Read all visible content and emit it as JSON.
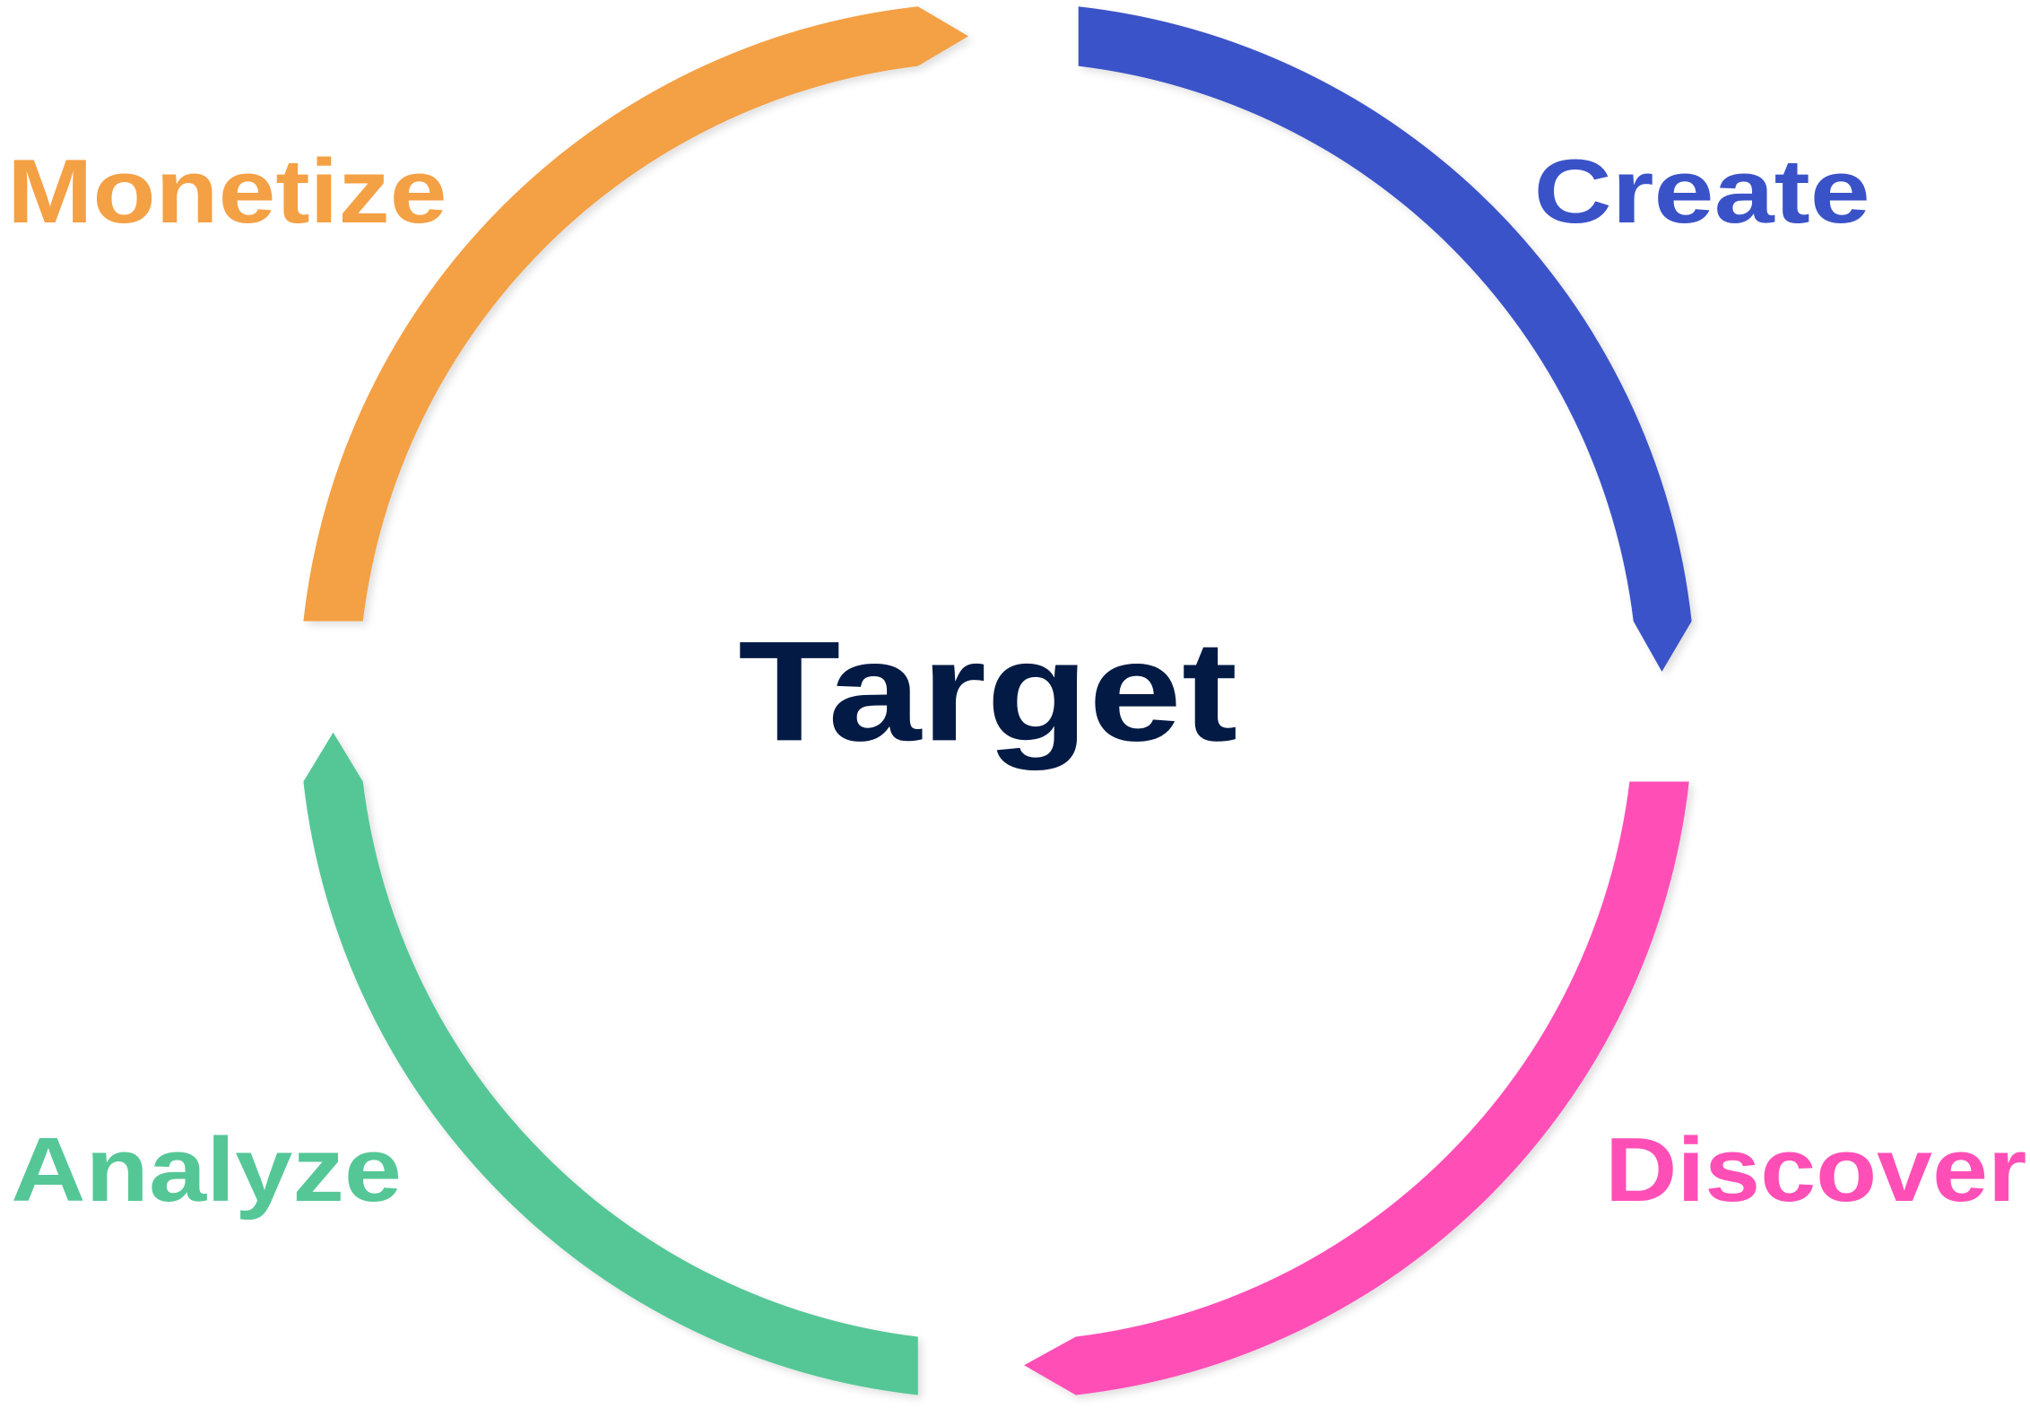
{
  "center": {
    "label": "Target",
    "color": "#031a44"
  },
  "stages": [
    {
      "label": "Create",
      "color": "#3a52c8"
    },
    {
      "label": "Discover",
      "color": "#ff4fb7"
    },
    {
      "label": "Analyze",
      "color": "#55c797"
    },
    {
      "label": "Monetize",
      "color": "#f4a044"
    }
  ]
}
